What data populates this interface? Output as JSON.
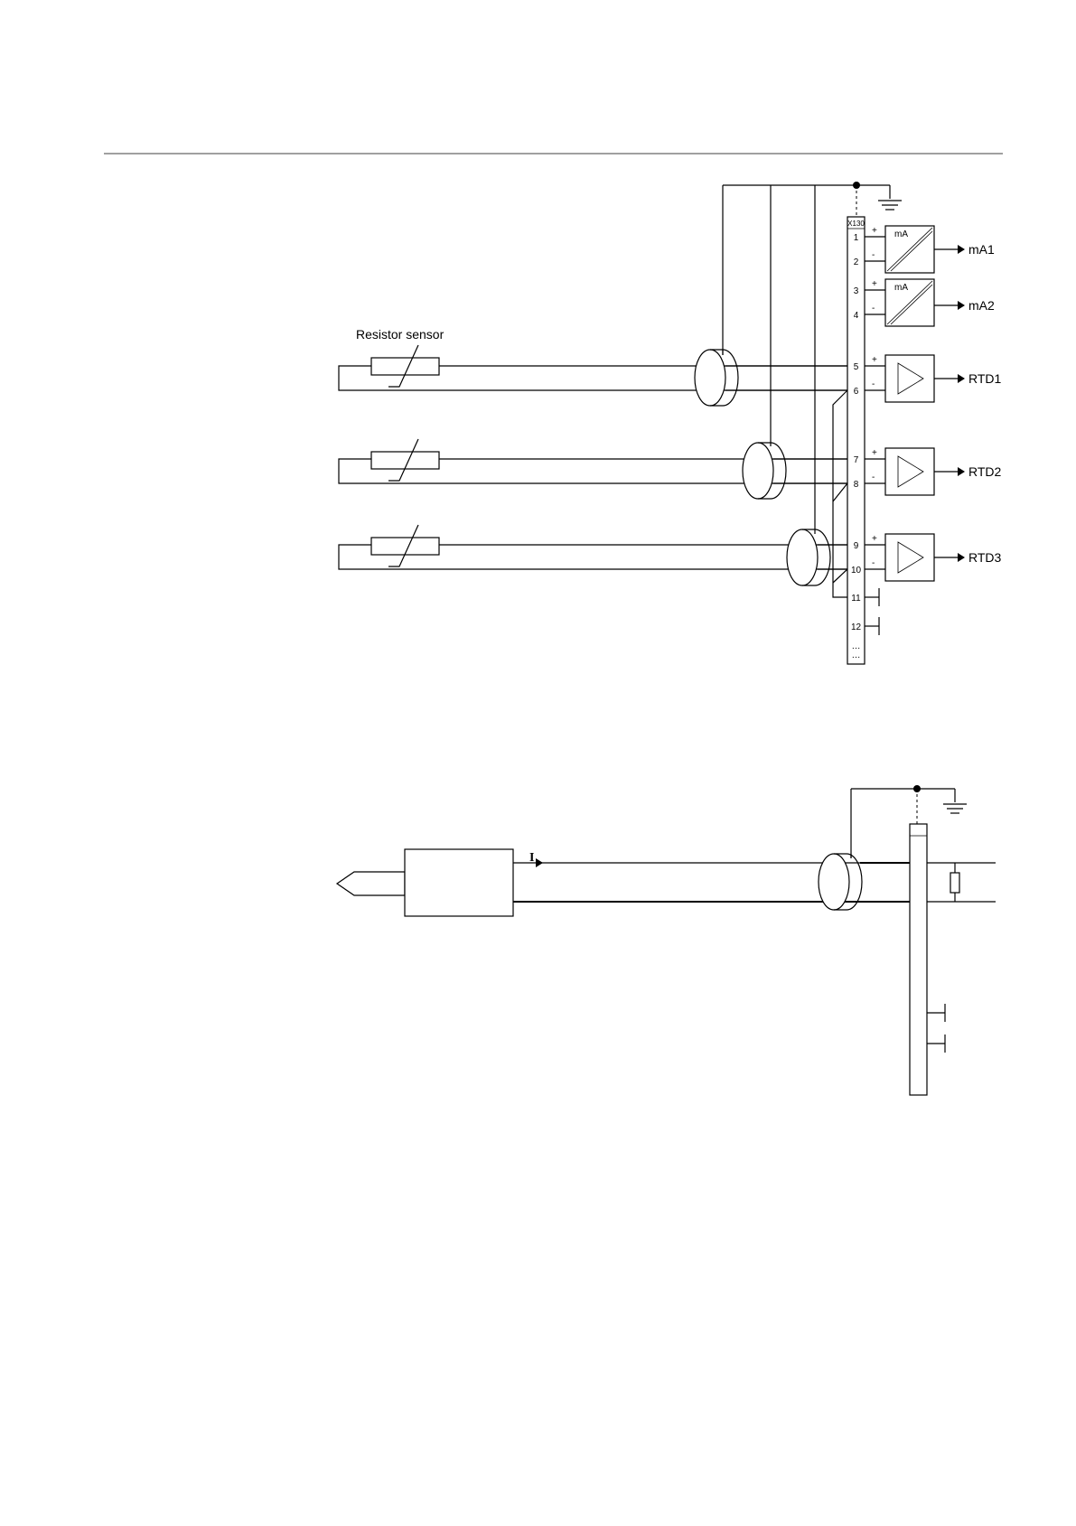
{
  "diagram1": {
    "sensor_label": "Resistor sensor",
    "block_label": "X130",
    "terminals": [
      {
        "num": "1",
        "pol": "+"
      },
      {
        "num": "2",
        "pol": "-"
      },
      {
        "num": "3",
        "pol": "+"
      },
      {
        "num": "4",
        "pol": "-"
      },
      {
        "num": "5",
        "pol": "+"
      },
      {
        "num": "6",
        "pol": "-"
      },
      {
        "num": "7",
        "pol": "+"
      },
      {
        "num": "8",
        "pol": "-"
      },
      {
        "num": "9",
        "pol": "+"
      },
      {
        "num": "10",
        "pol": "-"
      },
      {
        "num": "11",
        "pol": ""
      },
      {
        "num": "12",
        "pol": ""
      }
    ],
    "ma_label": "mA",
    "outputs": [
      "mA1",
      "mA2",
      "RTD1",
      "RTD2",
      "RTD3"
    ],
    "continuation": "…"
  },
  "diagram2": {
    "current_label": "I"
  }
}
